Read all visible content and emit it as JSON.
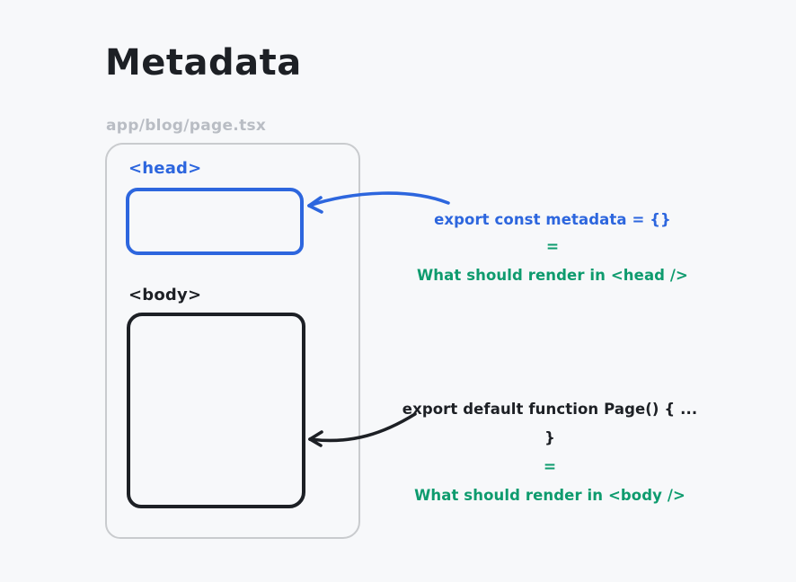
{
  "title": "Metadata",
  "file_path": "app/blog/page.tsx",
  "document_box": {
    "head_label": "<head>",
    "body_label": "<body>"
  },
  "metadata_note": {
    "code": "export const metadata = {}",
    "equals": "=",
    "meaning": "What should render in <head />"
  },
  "page_note": {
    "code": "export default function Page() { ... }",
    "equals": "=",
    "meaning": "What should render in <body />"
  },
  "colors": {
    "background": "#f7f8fa",
    "ink": "#1d2025",
    "blue": "#2d66de",
    "green": "#0e9b6e",
    "muted_text": "#b9bdc4",
    "container_border": "#c9cbce"
  }
}
